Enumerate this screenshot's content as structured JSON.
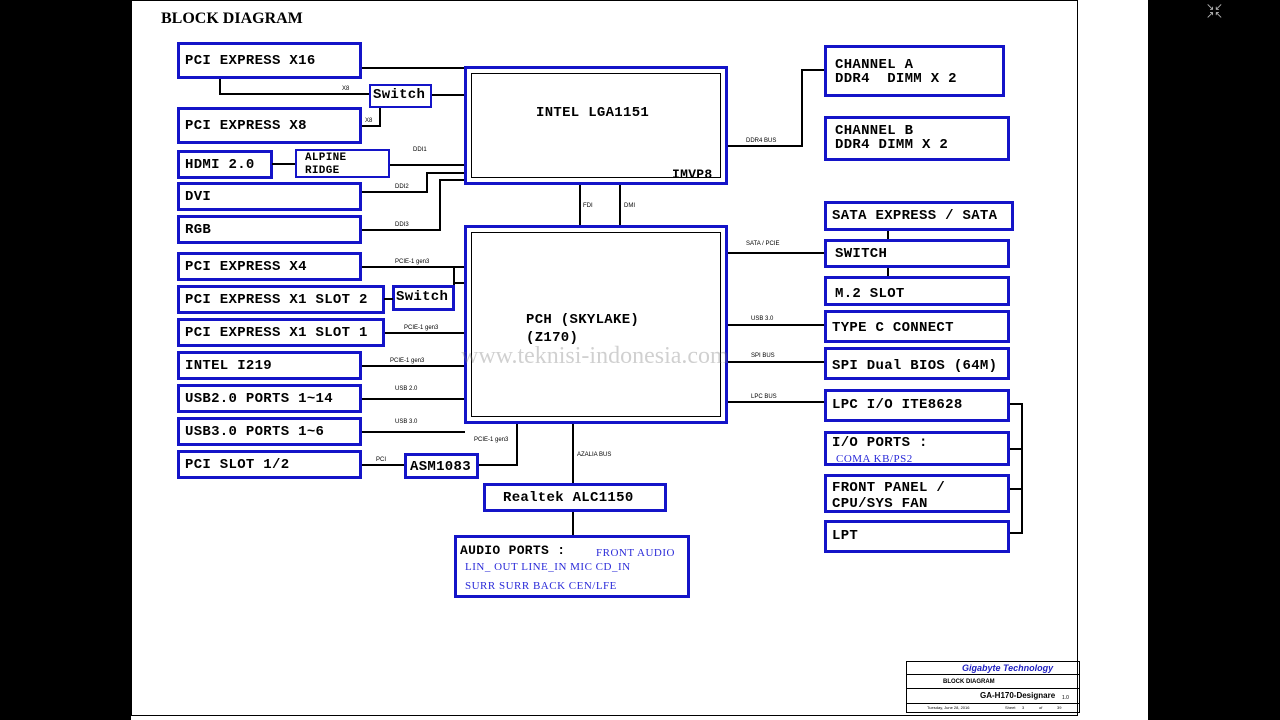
{
  "title": "BLOCK DIAGRAM",
  "watermark": "www.teknisi-indonesia.com",
  "cpu": {
    "name": "INTEL LGA1151",
    "vr": "IMVP8"
  },
  "pch": {
    "line1": "PCH (SKYLAKE)",
    "line2": "(Z170)"
  },
  "left_blocks": {
    "pcie_x16": "PCI EXPRESS X16",
    "switch_top": "Switch",
    "pcie_x8": "PCI EXPRESS X8",
    "hdmi": "HDMI 2.0",
    "alpine_1": "ALPINE",
    "alpine_2": "RIDGE",
    "dvi": "DVI",
    "rgb": "RGB",
    "pcie_x4": "PCI EXPRESS X4",
    "pcie_x1_2": "PCI EXPRESS X1 SLOT 2",
    "switch_mid": "Switch",
    "pcie_x1_1": "PCI EXPRESS X1 SLOT 1",
    "i219": "INTEL I219",
    "usb2": "USB2.0 PORTS 1~14",
    "usb3": "USB3.0 PORTS 1~6",
    "pci_slot": "PCI SLOT 1/2",
    "asm": "ASM1083"
  },
  "right_blocks": {
    "ch_a_1": "CHANNEL A",
    "ch_a_2": "DDR4  DIMM X 2",
    "ch_b_1": "CHANNEL B",
    "ch_b_2": "DDR4 DIMM X 2",
    "sata": "SATA EXPRESS / SATA",
    "switch": "SWITCH",
    "m2": "M.2 SLOT",
    "typec": "TYPE C CONNECT",
    "spi": "SPI Dual BIOS (64M)",
    "lpc": "LPC I/O ITE8628",
    "io_1": "I/O PORTS :",
    "io_2": "COMA  KB/PS2",
    "fp_1": "FRONT PANEL /",
    "fp_2": "CPU/SYS FAN",
    "lpt": "LPT"
  },
  "audio": {
    "codec": "Realtek ALC1150",
    "heading": "AUDIO PORTS :",
    "front": "FRONT AUDIO",
    "row2": "LIN_ OUT   LINE_IN   MIC  CD_IN",
    "row3": "SURR   SURR BACK   CEN/LFE"
  },
  "bus_labels": {
    "x8a": "X8",
    "x8b": "X8",
    "ddi1": "DDI1",
    "ddi2": "DDI2",
    "ddi3": "DDI3",
    "ddr4": "DDR4 BUS",
    "fdi": "FDI",
    "dmi": "DMI",
    "sata_pcie": "SATA / PCIE",
    "pcie_g3a": "PCIE-1 gen3",
    "pcie_g3b": "PCIE-1 gen3",
    "pcie_g3c": "PCIE-1 gen3",
    "pcie_g3d": "PCIE-1 gen3",
    "usb20": "USB 2.0",
    "usb30_l": "USB 3.0",
    "usb30_r": "USB 3.0",
    "spi_bus": "SPI BUS",
    "lpc_bus": "LPC BUS",
    "pci": "PCI",
    "azalia": "AZALIA BUS"
  },
  "title_block": {
    "company": "Gigabyte Technology",
    "title": "BLOCK DIAGRAM",
    "docname": "GA-H170-Designare",
    "rev": "1.0",
    "date": "Tuesday, June 28, 2016",
    "sheet_label": "Sheet",
    "sheet": "3",
    "of": "of",
    "total": "39"
  },
  "colors": {
    "block_border": "#1414c8",
    "link_text": "#2a2ad8"
  }
}
